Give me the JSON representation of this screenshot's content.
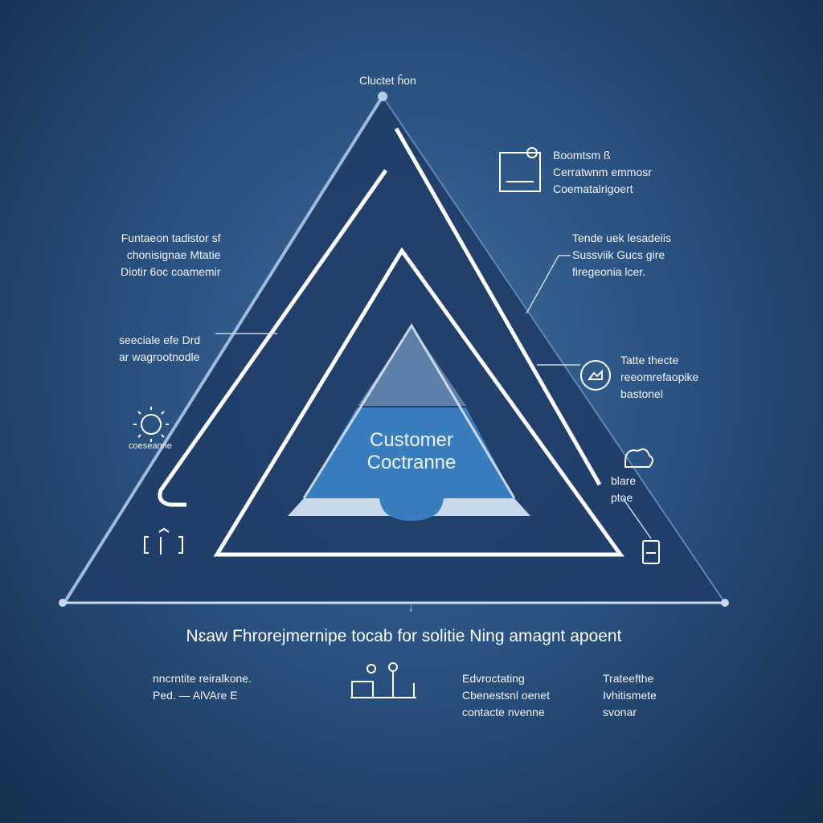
{
  "apex_label": "Cluctet ĥon",
  "center": {
    "line1": "Customer",
    "line2": "Coctranne"
  },
  "callouts": {
    "top_right": [
      "Boomtsm ß",
      "Cerratwnm emmosr",
      "Coematalrigoert"
    ],
    "left_upper": [
      "Funtaeon tadistor sf",
      "chonisignae Mtatie",
      "Diotir 6oc coamemir"
    ],
    "right_upper": [
      "Tende uek lesadeiis",
      "Sussviik Gucs gire",
      "firegeonia lcer."
    ],
    "left_mid": [
      "seeciale efe Drd",
      "ar wagrootnodle"
    ],
    "right_mid": [
      "Tatte thecte",
      "reeomrefaopike",
      "bastonel"
    ],
    "left_icon_label": "coeseanne",
    "right_lower": [
      "blare",
      "ptoe"
    ]
  },
  "footer_title": "Nɛaw Fhrorejmernipe tocab for solitie Ning amagnt apoent",
  "footer": {
    "col1": [
      "nncrntite reiralkone.",
      "Ped. — AlVAre E"
    ],
    "col2": [
      "Edvroctating",
      "Cbenestsnl oenet",
      "contacte nvenne"
    ],
    "col3": [
      "Trateefthe",
      "Ivhitismete",
      "svonar"
    ]
  },
  "colors": {
    "triangle_fill": "#1f3e68",
    "accent": "#3f84c6",
    "line": "#ffffff"
  }
}
